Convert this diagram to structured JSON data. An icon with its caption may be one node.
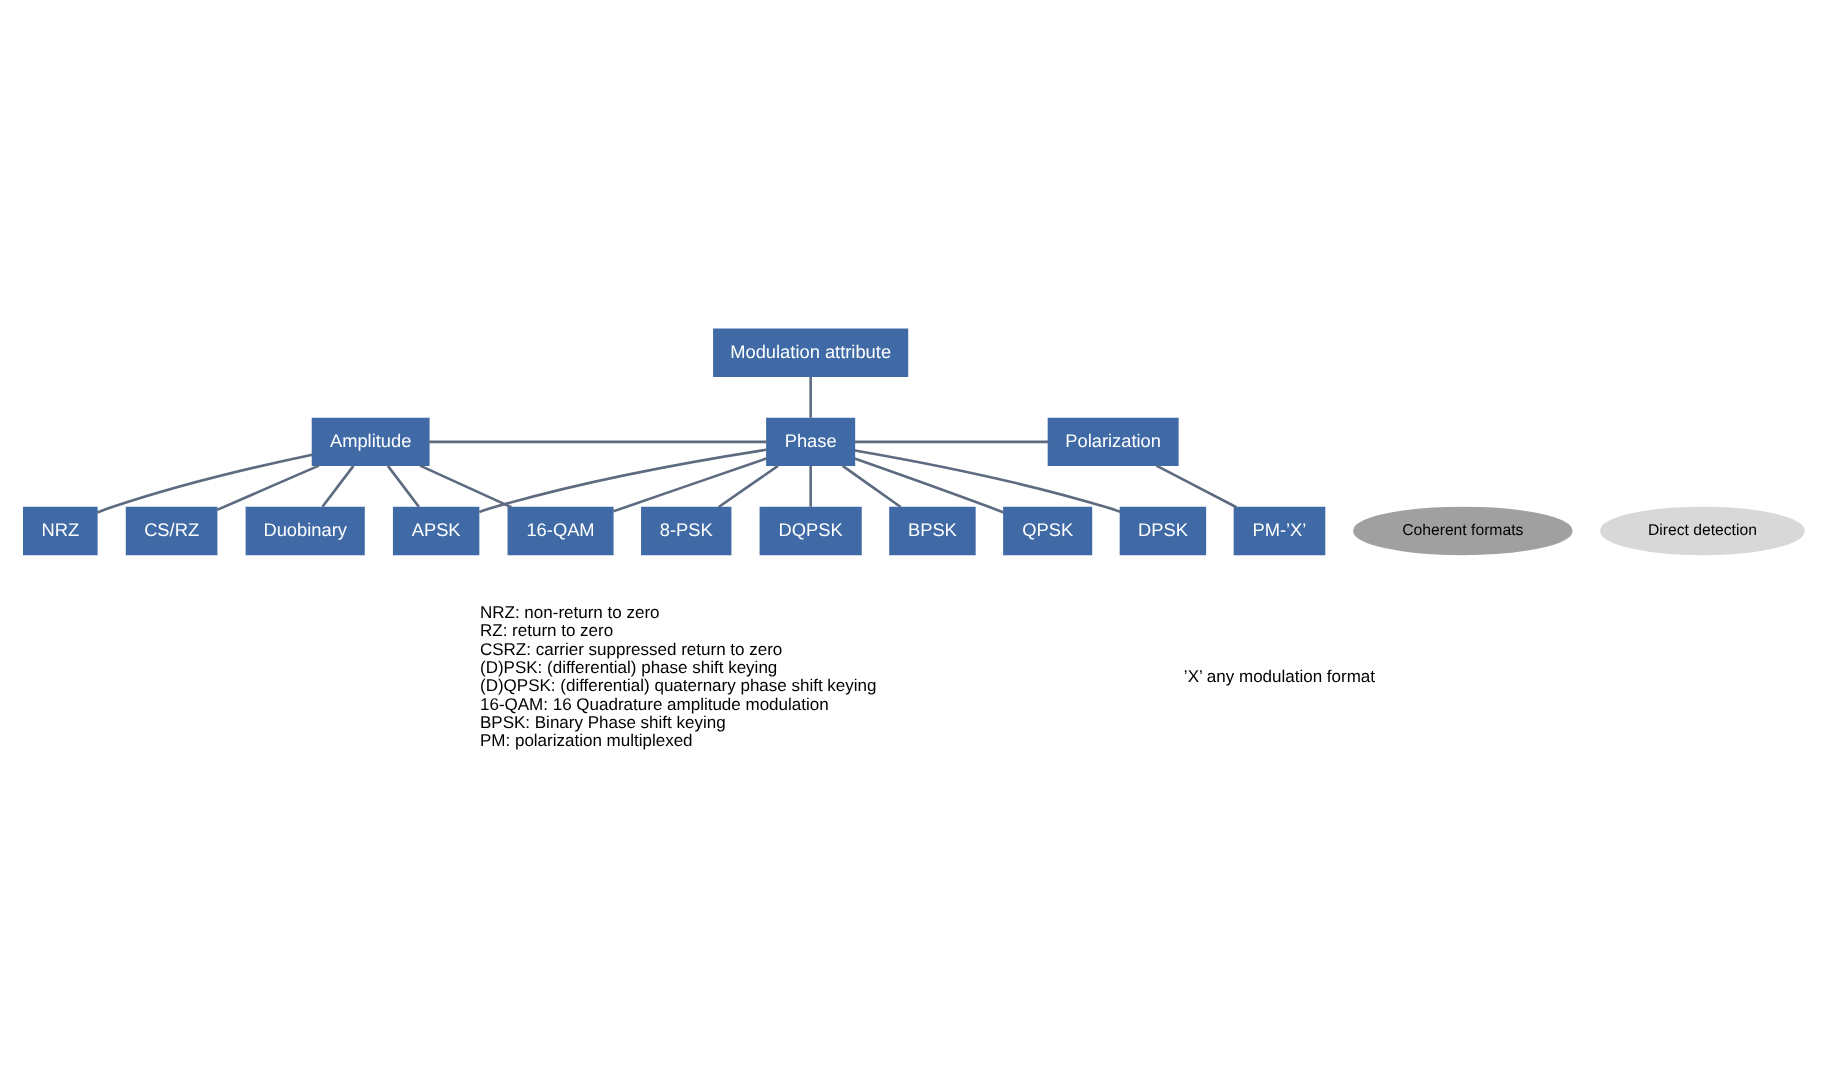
{
  "diagram": {
    "nodes": [
      {
        "text": [
          "Modulation attribute"
        ]
      },
      {
        "text": [
          "Amplitude"
        ]
      },
      {
        "text": [
          "Phase"
        ]
      },
      {
        "text": [
          "Polarization"
        ]
      },
      {
        "text": [
          "NRZ"
        ]
      },
      {
        "text": [
          "16-QAM"
        ]
      },
      {
        "text": [
          "BPSK"
        ]
      },
      {
        "text": [
          "PM-’X’"
        ]
      },
      {
        "text": [
          "CS/RZ"
        ]
      },
      {
        "text": [
          "APSK"
        ]
      },
      {
        "text": [
          "QPSK"
        ]
      },
      {
        "text": [
          "Duobinary"
        ]
      },
      {
        "text": [
          "DPSK"
        ]
      },
      {
        "text": [
          "8-PSK"
        ]
      },
      {
        "text": [
          "DQPSK"
        ]
      },
      {
        "text": [
          "Coherent formats"
        ]
      },
      {
        "text": [
          "Direct detection"
        ]
      }
    ],
    "edges": [
      {
        "from": 0,
        "to": 2,
        "arrow": "none"
      },
      {
        "from": 1,
        "to": 2,
        "arrow": "none"
      },
      {
        "from": 2,
        "to": 3,
        "arrow": "none"
      },
      {
        "from": 3,
        "to": 7,
        "arrow": "none"
      },
      {
        "from": 1,
        "to": 4,
        "arrow": "none"
      },
      {
        "from": 1,
        "to": 5,
        "arrow": "none"
      },
      {
        "from": 1,
        "to": 8,
        "arrow": "none"
      },
      {
        "from": 1,
        "to": 9,
        "arrow": "none"
      },
      {
        "from": 1,
        "to": 11,
        "arrow": "none"
      },
      {
        "from": 2,
        "to": 5,
        "arrow": "none"
      },
      {
        "from": 2,
        "to": 6,
        "arrow": "none"
      },
      {
        "from": 2,
        "to": 9,
        "arrow": "none"
      },
      {
        "from": 2,
        "to": 10,
        "arrow": "none"
      },
      {
        "from": 2,
        "to": 12,
        "arrow": "none"
      },
      {
        "from": 2,
        "to": 13,
        "arrow": "none"
      },
      {
        "from": 2,
        "to": 14,
        "arrow": "none"
      }
    ],
    "labels": [
      "’X’ any modulation format",
      "NRZ: non-return to zero",
      "RZ: return to zero",
      "CSRZ: carrier suppressed return to zero",
      "(D)PSK: (differential) phase shift keying",
      "(D)QPSK: (differential) quaternary phase shift keying",
      "16-QAM: 16 Quadrature amplitude modulation",
      "BPSK: Binary Phase shift keying",
      "PM: polarization multiplexed"
    ]
  }
}
